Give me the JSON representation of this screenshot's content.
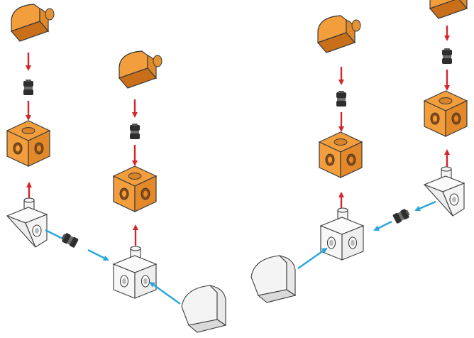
{
  "diagram": {
    "kind": "exploded-assembly",
    "colors": {
      "orange": "#F29E3C",
      "orange_dark": "#C96F1A",
      "orange_hole": "#D98328",
      "white_part": "#F4F4F4",
      "outline": "#3B3B3B",
      "connector": "#2E2E2E",
      "arrow_red": "#D3262C",
      "arrow_blue": "#2AA6DD"
    },
    "parts": [
      "orange-curved-cap",
      "black-connector",
      "orange-cube",
      "white-slope-block",
      "white-cube",
      "white-curved-cap"
    ]
  }
}
